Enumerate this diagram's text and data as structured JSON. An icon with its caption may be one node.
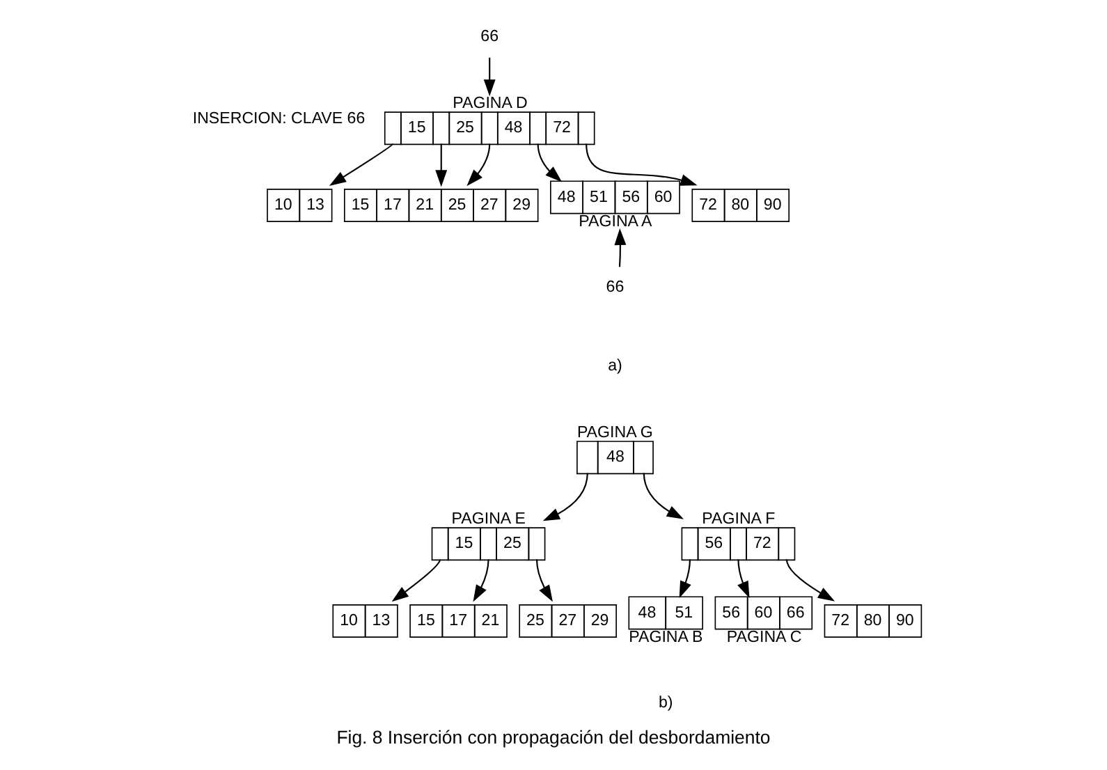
{
  "diagram": {
    "caption": "Fig. 8 Inserción con propagación del desbordamiento",
    "nodes": [
      {
        "text": [
          "15",
          "25",
          "48",
          "72"
        ],
        "beside": [
          "PAGINA D"
        ]
      },
      {
        "text": [
          "10",
          "13"
        ]
      },
      {
        "text": [
          "15",
          "17",
          "21",
          "25",
          "27",
          "29"
        ]
      },
      {
        "text": [
          "48",
          "51",
          "56",
          "60"
        ],
        "beside": [
          "PAGINA A"
        ]
      },
      {
        "text": [
          "72",
          "80",
          "90"
        ]
      },
      {
        "text": [
          "66"
        ]
      },
      {
        "text": [
          "66"
        ]
      },
      {
        "text": [
          "48"
        ],
        "beside": [
          "PAGINA G"
        ]
      },
      {
        "text": [
          "15",
          "25"
        ],
        "beside": [
          "PAGINA E"
        ]
      },
      {
        "text": [
          "56",
          "72"
        ],
        "beside": [
          "PAGINA F"
        ]
      },
      {
        "text": [
          "10",
          "13"
        ]
      },
      {
        "text": [
          "15",
          "17",
          "21"
        ]
      },
      {
        "text": [
          "25",
          "27",
          "29"
        ]
      },
      {
        "text": [
          "48",
          "51"
        ],
        "beside": [
          "PAGINA B"
        ]
      },
      {
        "text": [
          "56",
          "60",
          "66"
        ],
        "beside": [
          "PAGINA C"
        ]
      },
      {
        "text": [
          "72",
          "80",
          "90"
        ]
      }
    ],
    "edges": [
      {
        "from": 5,
        "to": 0,
        "arrow": "to"
      },
      {
        "from": 0,
        "to": 1,
        "arrow": "to"
      },
      {
        "from": 0,
        "to": 2,
        "arrow": "to"
      },
      {
        "from": 0,
        "to": 2,
        "arrow": "to"
      },
      {
        "from": 0,
        "to": 3,
        "arrow": "to"
      },
      {
        "from": 0,
        "to": 4,
        "arrow": "to"
      },
      {
        "from": 6,
        "to": 3,
        "arrow": "to"
      },
      {
        "from": 7,
        "to": 8,
        "arrow": "to"
      },
      {
        "from": 7,
        "to": 9,
        "arrow": "to"
      },
      {
        "from": 8,
        "to": 10,
        "arrow": "to"
      },
      {
        "from": 8,
        "to": 11,
        "arrow": "to"
      },
      {
        "from": 8,
        "to": 12,
        "arrow": "to"
      },
      {
        "from": 9,
        "to": 13,
        "arrow": "to"
      },
      {
        "from": 9,
        "to": 14,
        "arrow": "to"
      },
      {
        "from": 9,
        "to": 15,
        "arrow": "to"
      }
    ],
    "labels": [
      "INSERCION: CLAVE 66",
      "a)",
      "b)"
    ]
  }
}
